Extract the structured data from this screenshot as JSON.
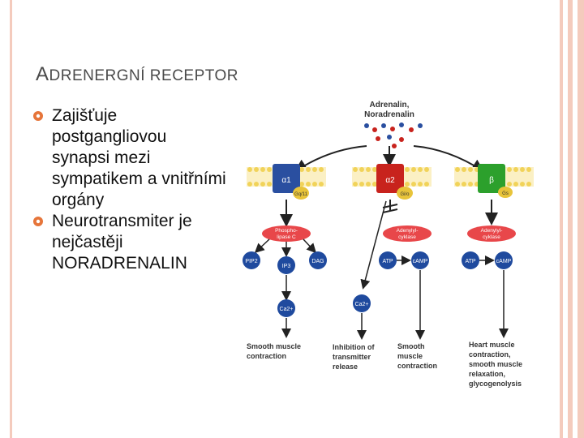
{
  "slide": {
    "title_first": "A",
    "title_rest": "DRENERGNÍ RECEPTOR",
    "bullets": [
      "Zajišťuje postgangliovou synapsi mezi sympatikem a vnitřními orgány",
      "Neurotransmiter je nejčastěji NORADRENALIN"
    ]
  },
  "diagram": {
    "ligand": [
      "Adrenalin,",
      "Noradrenalin"
    ],
    "receptors": [
      {
        "label": "α1",
        "gprotein": "Gq/11",
        "color": "#2a4fa0"
      },
      {
        "label": "α2",
        "gprotein": "Gi/o",
        "color": "#c8231d"
      },
      {
        "label": "β",
        "gprotein": "Gs",
        "color": "#2ca02c"
      }
    ],
    "enzymes": [
      [
        "Phospho-",
        "lipase C"
      ],
      [
        "Adenylyl-",
        "cyklase"
      ],
      [
        "Adenylyl-",
        "cyklase"
      ]
    ],
    "messengers": {
      "pip2": "PIP2",
      "ip3": "IP3",
      "dag": "DAG",
      "ca_left": "Ca2+",
      "ca_mid": "Ca2+",
      "atp": "ATP",
      "camp": "cAMP"
    },
    "outcomes": [
      [
        "Smooth muscle",
        "contraction"
      ],
      [
        "Inhibition of",
        "transmitter",
        "release"
      ],
      [
        "Smooth",
        "muscle",
        "contraction"
      ],
      [
        "Heart muscle",
        "contraction,",
        "smooth muscle",
        "relaxation,",
        "glycogenolysis"
      ]
    ],
    "colors": {
      "arrow": "#222222",
      "enzyme_fill": "#e8474a",
      "messenger_fill": "#1f4a9e",
      "gprotein_fill": "#e8c43a",
      "membrane": "#f1d35a"
    }
  }
}
